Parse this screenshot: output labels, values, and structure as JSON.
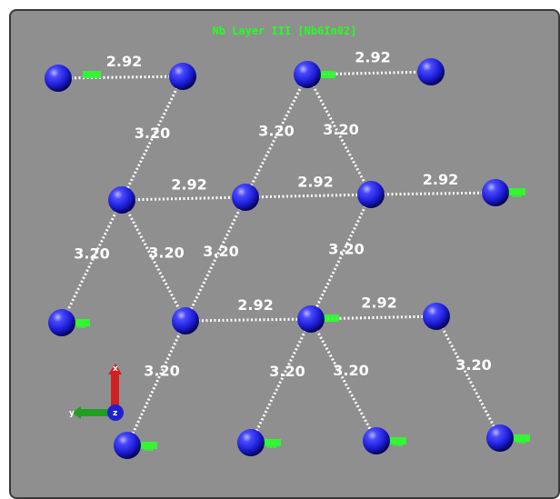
{
  "viewer": {
    "title": "Nb Layer III [Nb6In02]"
  },
  "colors": {
    "background": "#8f8f8f",
    "atom": "#1a1ad0",
    "bond": "#ffffff",
    "tag": "#2bff2b",
    "title": "#24ff24",
    "axis_x": "#d02020",
    "axis_y": "#20a020",
    "axis_z": "#2020d0"
  },
  "axes": {
    "x_label": "x",
    "y_label": "y",
    "z_label": "z"
  },
  "atoms": [
    {
      "id": "a1",
      "tag": ""
    },
    {
      "id": "a2",
      "tag": ""
    },
    {
      "id": "a3",
      "tag": ""
    },
    {
      "id": "a4",
      "tag": ""
    },
    {
      "id": "a5",
      "tag": ""
    },
    {
      "id": "a6",
      "tag": ""
    },
    {
      "id": "a7",
      "tag": ""
    },
    {
      "id": "a8",
      "tag": "Nb"
    },
    {
      "id": "a9",
      "tag": "Nb"
    },
    {
      "id": "a10",
      "tag": ""
    },
    {
      "id": "a11",
      "tag": ""
    },
    {
      "id": "a12",
      "tag": ""
    },
    {
      "id": "a13",
      "tag": "Nb"
    },
    {
      "id": "a14",
      "tag": "Nb"
    },
    {
      "id": "a15",
      "tag": "Nb"
    },
    {
      "id": "a16",
      "tag": "Nb"
    },
    {
      "id": "a17",
      "tag": "Nb"
    }
  ],
  "bonds": [
    {
      "from": "a1",
      "to": "a2",
      "label": "2.92"
    },
    {
      "from": "a3",
      "to": "a4",
      "label": "2.92"
    },
    {
      "from": "a2",
      "to": "a5",
      "label": "3.20"
    },
    {
      "from": "a3",
      "to": "a6",
      "label": "3.20"
    },
    {
      "from": "a3",
      "to": "a7",
      "label": "3.20"
    },
    {
      "from": "a5",
      "to": "a6",
      "label": "2.92"
    },
    {
      "from": "a6",
      "to": "a7",
      "label": "2.92"
    },
    {
      "from": "a7",
      "to": "a8",
      "label": "2.92"
    },
    {
      "from": "a5",
      "to": "a9",
      "label": "3.20"
    },
    {
      "from": "a5",
      "to": "a10",
      "label": "3.20"
    },
    {
      "from": "a6",
      "to": "a10",
      "label": "3.20"
    },
    {
      "from": "a7",
      "to": "a11",
      "label": "3.20"
    },
    {
      "from": "a10",
      "to": "a11",
      "label": "2.92"
    },
    {
      "from": "a11",
      "to": "a12",
      "label": "2.92"
    },
    {
      "from": "a10",
      "to": "a13",
      "label": "3.20"
    },
    {
      "from": "a11",
      "to": "a14",
      "label": "3.20"
    },
    {
      "from": "a11",
      "to": "a15",
      "label": "3.20"
    },
    {
      "from": "a12",
      "to": "a16",
      "label": "3.20"
    }
  ]
}
